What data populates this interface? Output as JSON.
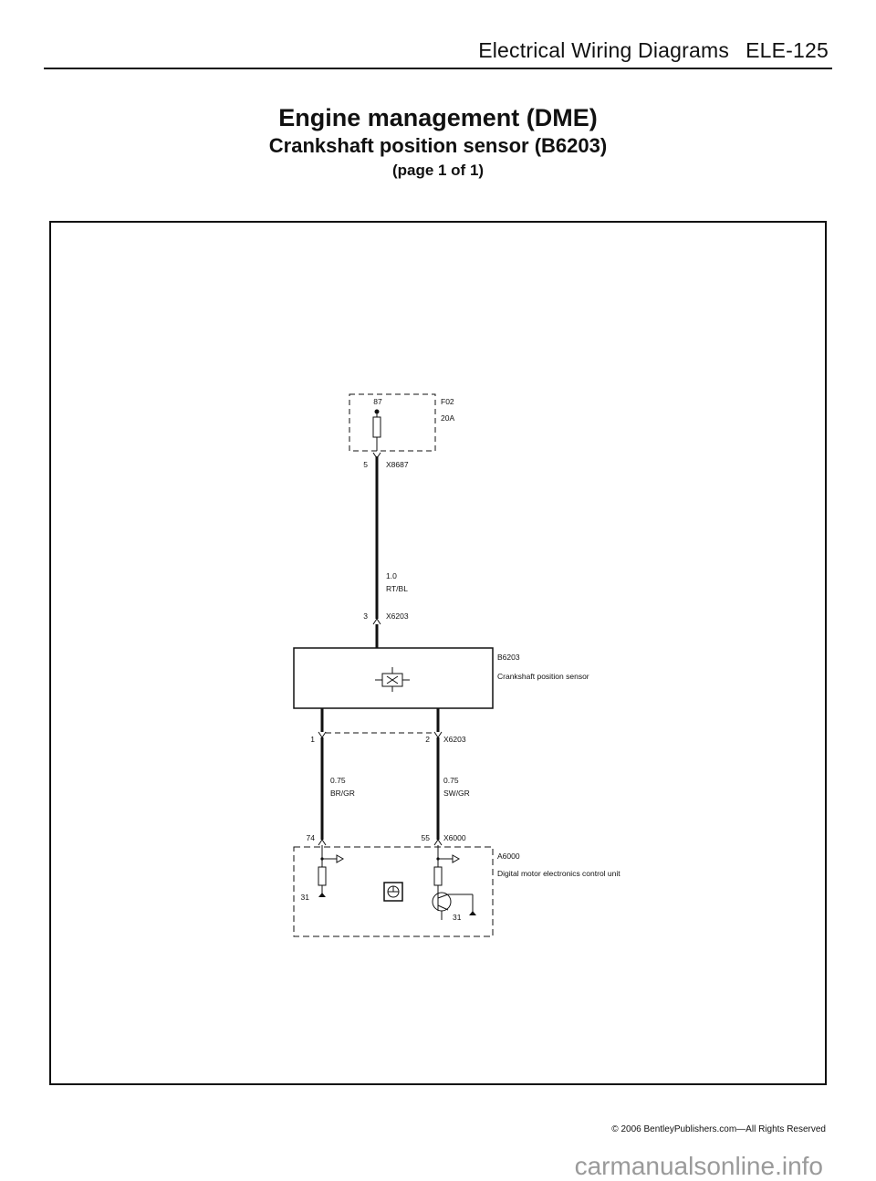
{
  "header": {
    "section": "Electrical Wiring Diagrams",
    "page_code": "ELE-125"
  },
  "title": {
    "main": "Engine management (DME)",
    "sub": "Crankshaft position sensor (B6203)",
    "page": "(page 1 of 1)"
  },
  "diagram": {
    "fuse": {
      "terminal": "87",
      "id": "F02",
      "rating": "20A"
    },
    "connector_top": {
      "pin": "5",
      "id": "X8687"
    },
    "wire_main": {
      "gauge": "1.0",
      "color": "RT/BL"
    },
    "connector_sensor_in": {
      "pin": "3",
      "id": "X6203"
    },
    "sensor": {
      "id": "B6203",
      "name": "Crankshaft position sensor"
    },
    "connector_sensor_out": {
      "pin_left": "1",
      "pin_right": "2",
      "id": "X6203"
    },
    "wire_left": {
      "gauge": "0.75",
      "color": "BR/GR"
    },
    "wire_right": {
      "gauge": "0.75",
      "color": "SW/GR"
    },
    "connector_ecu": {
      "pin_left": "74",
      "pin_right": "55",
      "id": "X6000"
    },
    "ecu": {
      "id": "A6000",
      "name": "Digital motor electronics  control unit",
      "ground_left": "31",
      "ground_right": "31"
    }
  },
  "footer": {
    "copyright": "© 2006 BentleyPublishers.com—All Rights Reserved",
    "watermark": "carmanualsonline.info"
  }
}
